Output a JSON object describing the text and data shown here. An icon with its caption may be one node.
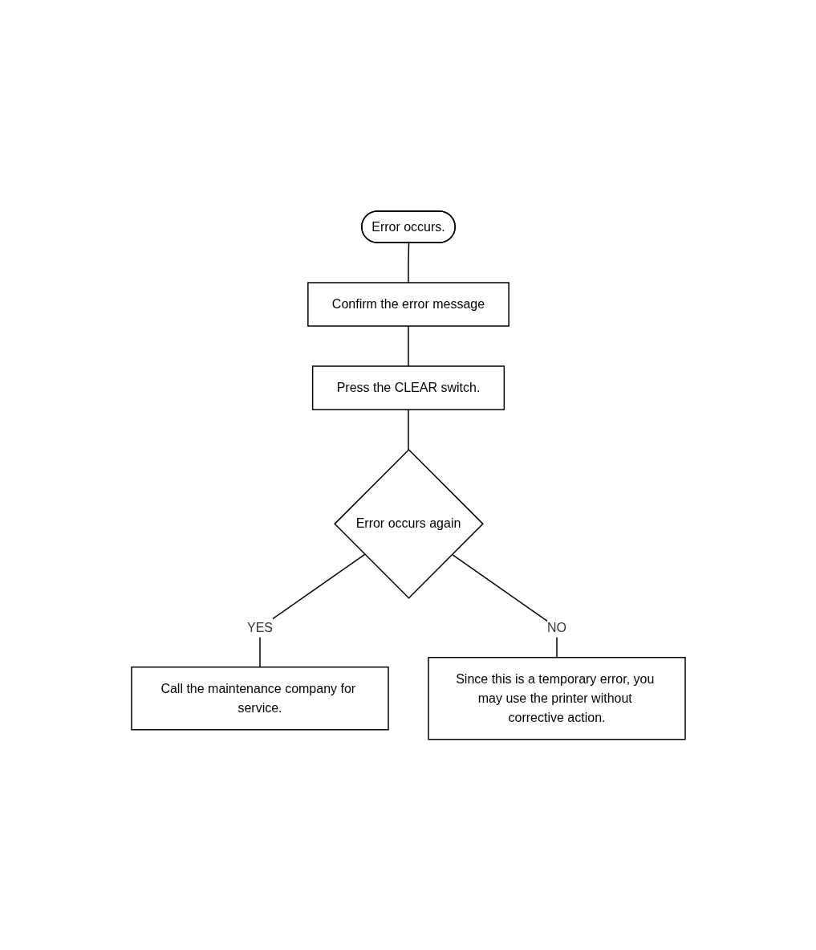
{
  "diagram": {
    "nodes": [
      {
        "text": [
          "Error occurs."
        ]
      },
      {
        "text": [
          "Confirm the error message"
        ]
      },
      {
        "text": [
          "Press the CLEAR switch."
        ]
      },
      {
        "text": [
          "Error occurs again"
        ]
      },
      {
        "text": [
          "Call the maintenance company for service."
        ]
      },
      {
        "text": [
          "Since this is a temporary error, you may use the printer without corrective action."
        ]
      }
    ],
    "edges": [
      {
        "from": 0,
        "to": 1,
        "arrow": "none"
      },
      {
        "from": 1,
        "to": 2,
        "arrow": "none"
      },
      {
        "from": 2,
        "to": 3,
        "arrow": "none"
      },
      {
        "from": 3,
        "to": 4,
        "label": "YES",
        "arrow": "none"
      },
      {
        "from": 3,
        "to": 5,
        "label": "NO",
        "arrow": "none"
      }
    ]
  }
}
